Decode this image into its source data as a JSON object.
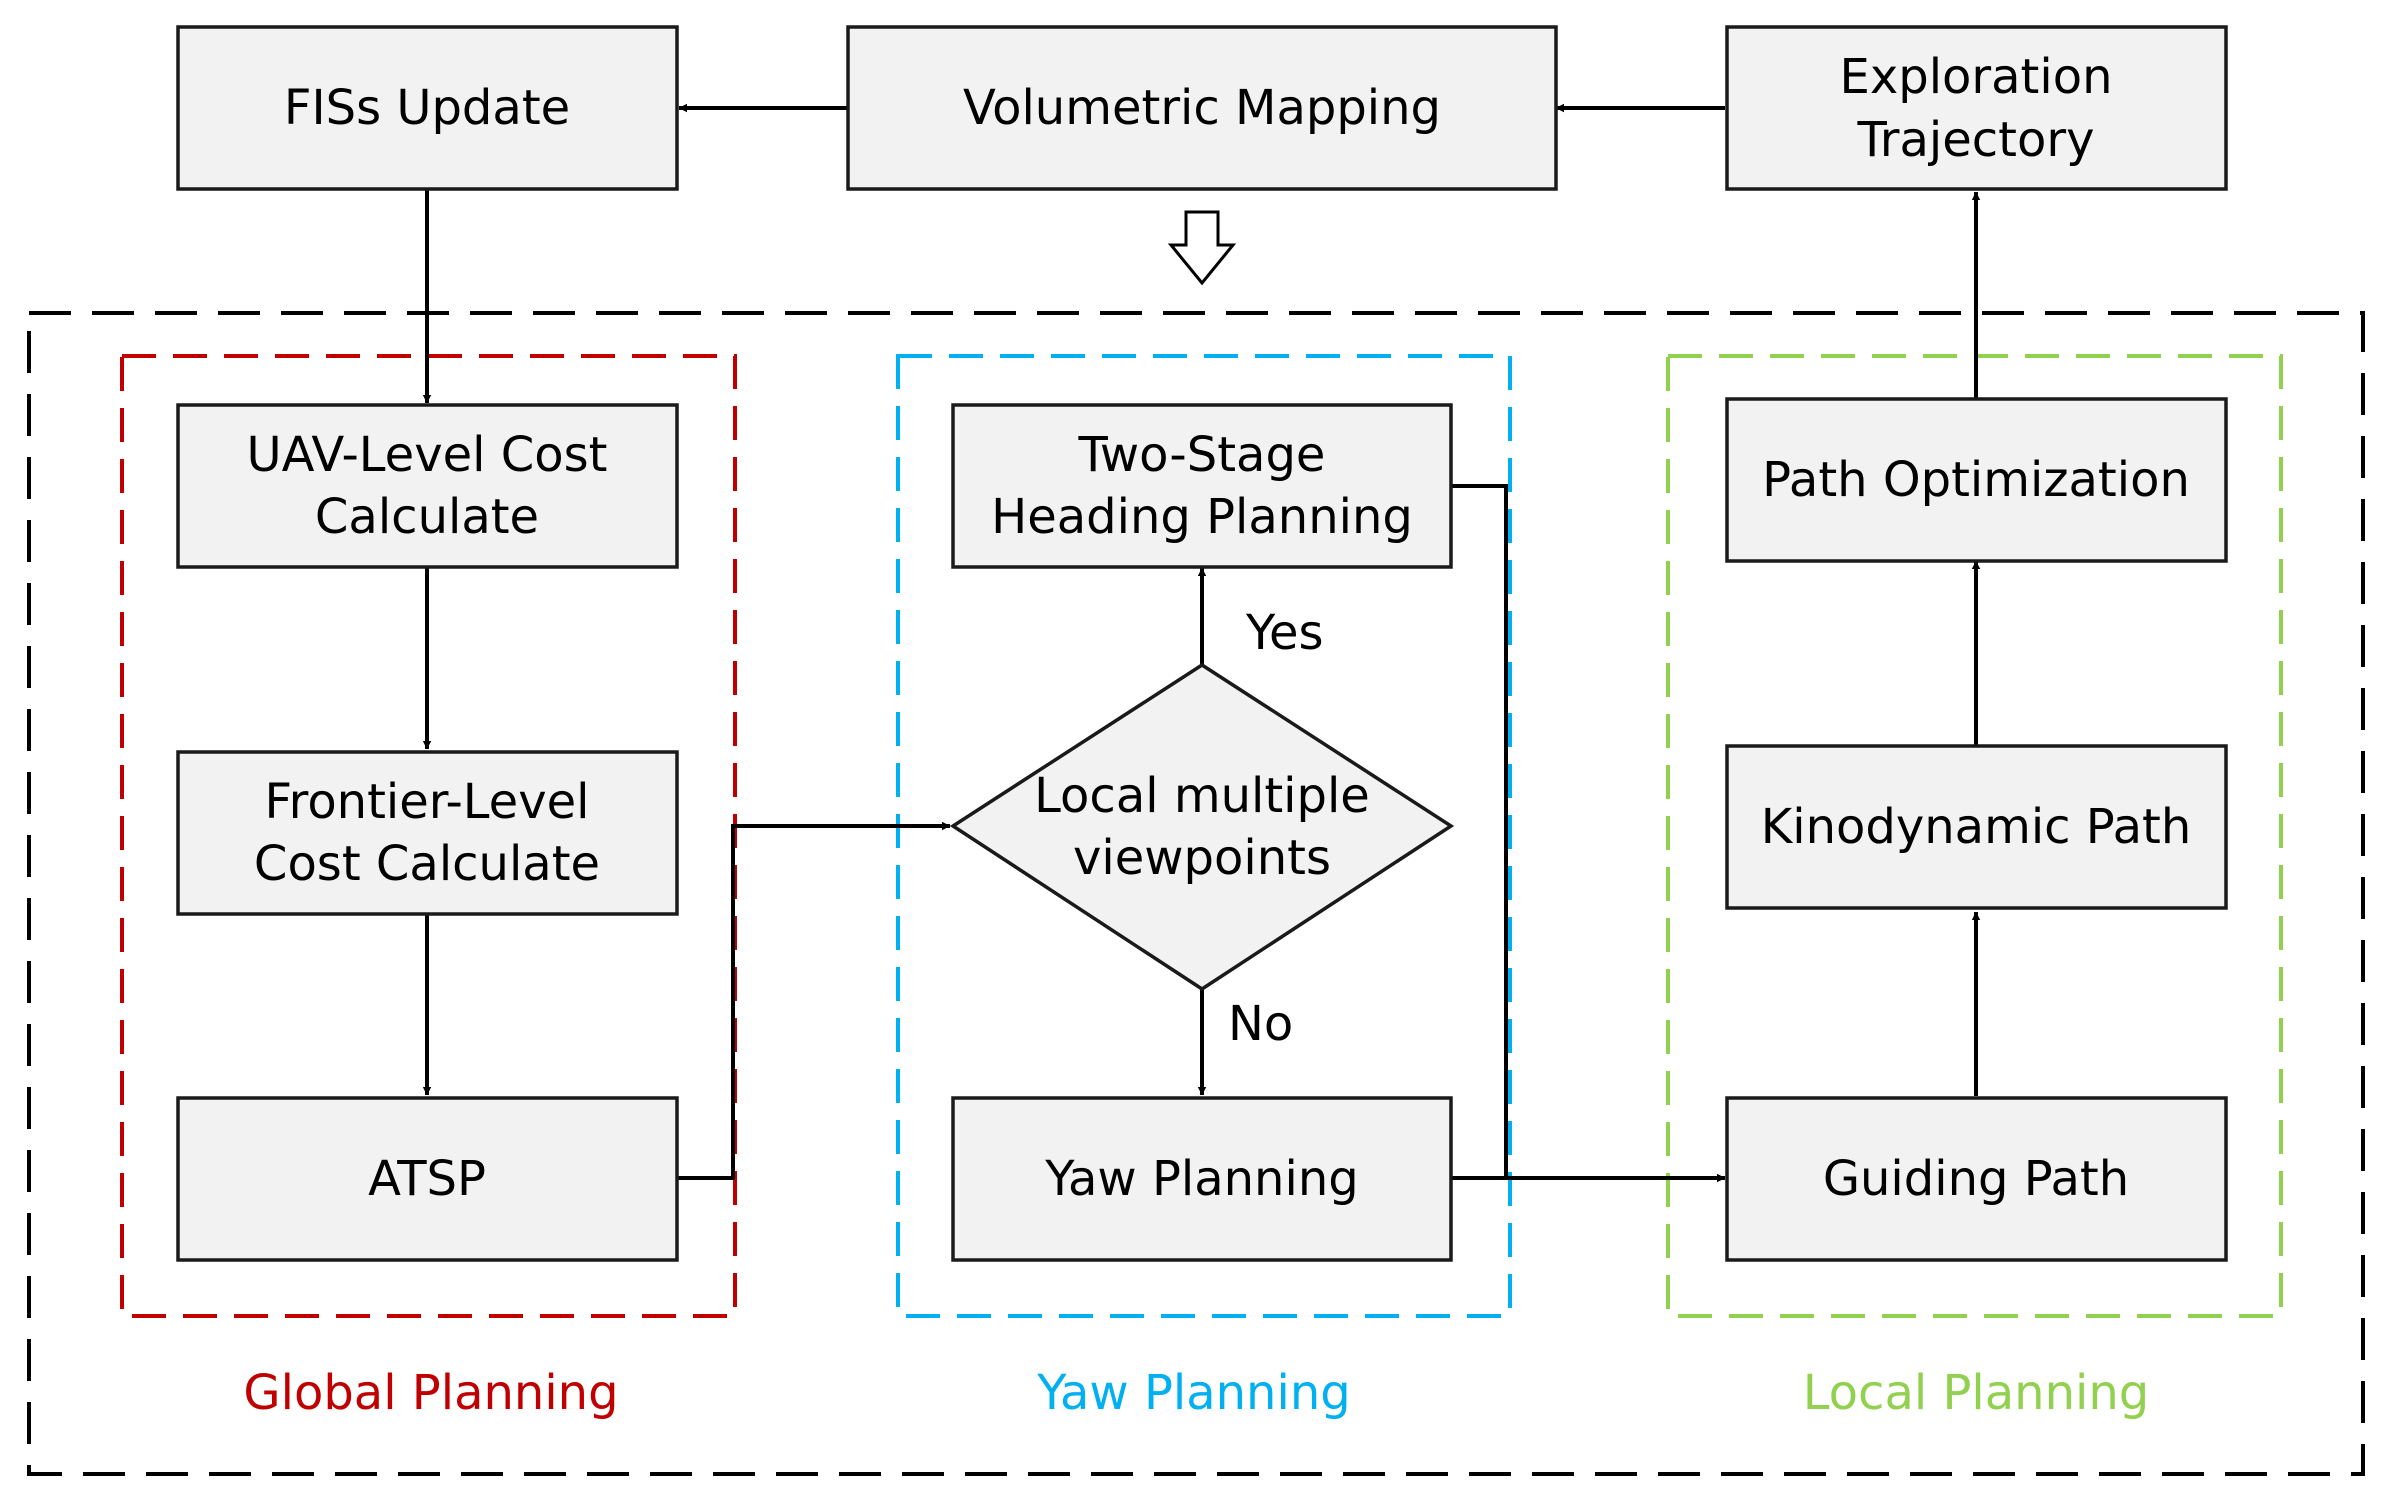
{
  "colors": {
    "global": "#c00000",
    "yaw": "#00b0f0",
    "local": "#92d050",
    "outline": "#000000",
    "box_fill": "#f2f2f2"
  },
  "nodes": {
    "fis_update": [
      "FISs Update"
    ],
    "volumetric_mapping": [
      "Volumetric Mapping"
    ],
    "exploration_trajectory": [
      "Exploration",
      "Trajectory"
    ],
    "uav_cost": [
      "UAV-Level Cost",
      "Calculate"
    ],
    "frontier_cost": [
      "Frontier-Level",
      "Cost Calculate"
    ],
    "atsp": [
      "ATSP"
    ],
    "two_stage": [
      "Two-Stage",
      "Heading Planning"
    ],
    "decision": [
      "Local multiple",
      "viewpoints"
    ],
    "yaw_planning": [
      "Yaw Planning"
    ],
    "path_optimization": [
      "Path Optimization"
    ],
    "kinodynamic_path": [
      "Kinodynamic Path"
    ],
    "guiding_path": [
      "Guiding Path"
    ]
  },
  "edge_labels": {
    "yes": "Yes",
    "no": "No"
  },
  "groups": {
    "global": "Global Planning",
    "yaw": "Yaw Planning",
    "local": "Local Planning"
  }
}
